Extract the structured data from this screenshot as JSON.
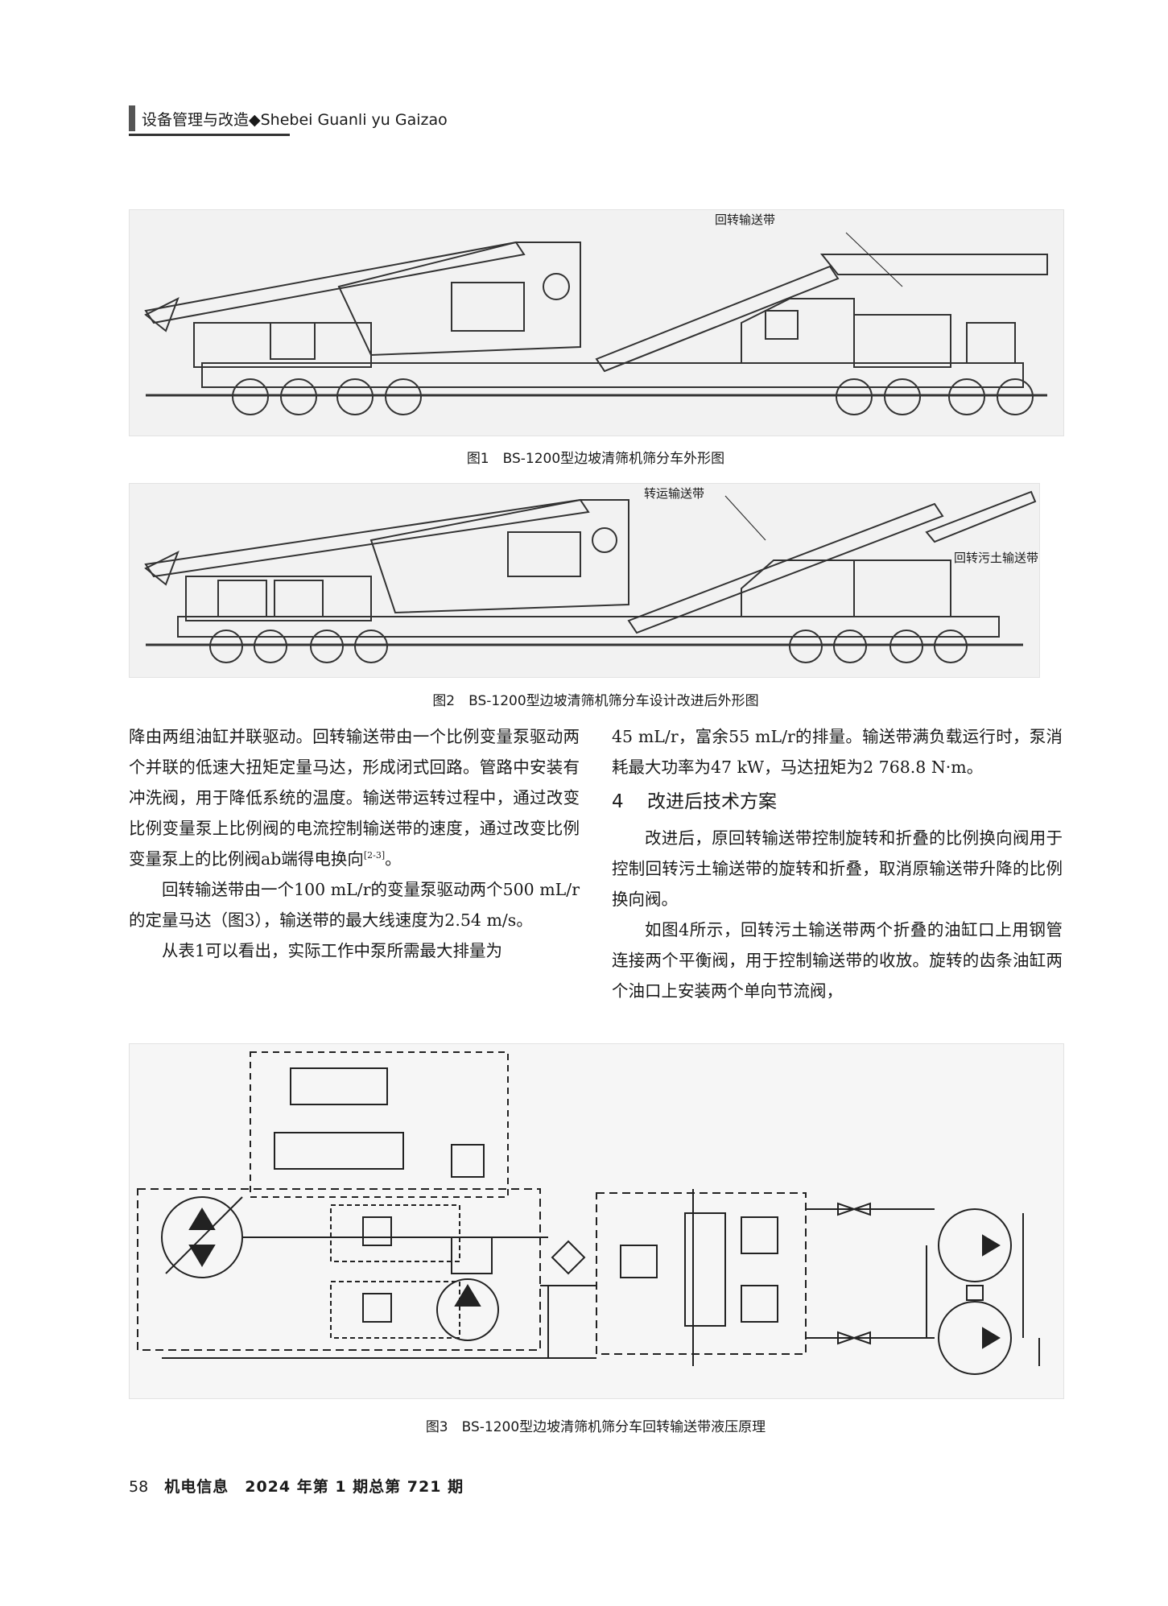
{
  "header": {
    "section": "设备管理与改造◆Shebei Guanli yu Gaizao"
  },
  "figures": {
    "fig1": {
      "caption": "图1　BS-1200型边坡清筛机筛分车外形图",
      "callout": "回转输送带"
    },
    "fig2": {
      "caption": "图2　BS-1200型边坡清筛机筛分车设计改进后外形图",
      "callout_transfer": "转运输送带",
      "callout_spoil": "回转污土输送带"
    },
    "fig3": {
      "caption": "图3　BS-1200型边坡清筛机筛分车回转输送带液压原理"
    }
  },
  "left_column": {
    "p1": "降由两组油缸并联驱动。回转输送带由一个比例变量泵驱动两个并联的低速大扭矩定量马达，形成闭式回路。管路中安装有冲洗阀，用于降低系统的温度。输送带运转过程中，通过改变比例变量泵上比例阀的电流控制输送带的速度，通过改变比例变量泵上的比例阀ab端得电换向",
    "p1_ref": "[2-3]",
    "p1_end": "。",
    "p2": "回转输送带由一个100 mL/r的变量泵驱动两个500 mL/r的定量马达（图3），输送带的最大线速度为2.54 m/s。",
    "p3": "从表1可以看出，实际工作中泵所需最大排量为"
  },
  "right_column": {
    "p1": "45 mL/r，富余55 mL/r的排量。输送带满负载运行时，泵消耗最大功率为47 kW，马达扭矩为2 768.8 N·m。",
    "section_number": "4",
    "section_title": "改进后技术方案",
    "p2": "改进后，原回转输送带控制旋转和折叠的比例换向阀用于控制回转污土输送带的旋转和折叠，取消原输送带升降的比例换向阀。",
    "p3": "如图4所示，回转污土输送带两个折叠的油缸口上用钢管连接两个平衡阀，用于控制输送带的收放。旋转的齿条油缸两个油口上安装两个单向节流阀，"
  },
  "footer": {
    "page_number": "58",
    "journal": "机电信息　2024 年第 1 期总第 721 期"
  }
}
